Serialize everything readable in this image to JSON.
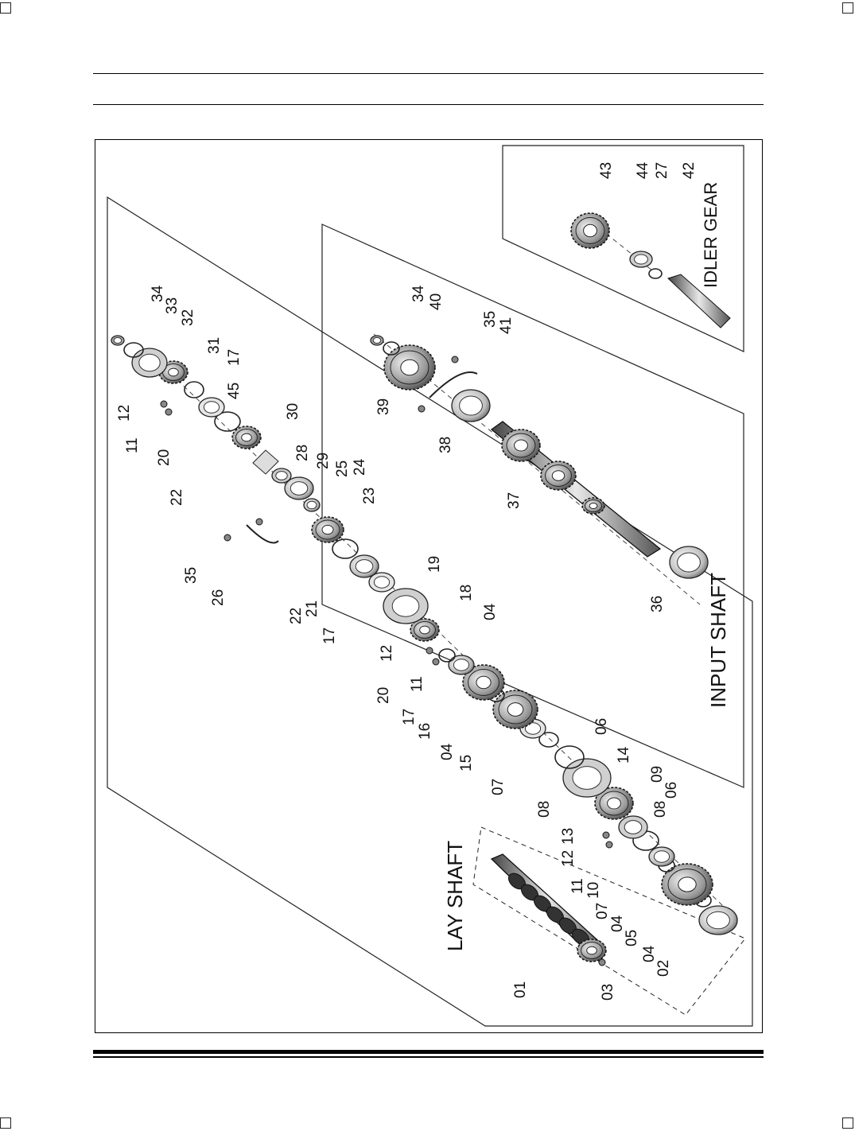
{
  "sections": {
    "lay_shaft": {
      "title": "LAY SHAFT"
    },
    "input_shaft": {
      "title": "INPUT SHAFT"
    },
    "idler_gear": {
      "title": "IDLER GEAR"
    }
  },
  "callouts": {
    "lay": [
      "01",
      "03",
      "02",
      "04",
      "05",
      "04",
      "07",
      "10",
      "11",
      "12",
      "13",
      "08",
      "06",
      "09",
      "14",
      "08",
      "07",
      "06",
      "15",
      "04",
      "16",
      "17",
      "11",
      "20",
      "12",
      "04",
      "18",
      "19",
      "17",
      "21",
      "22",
      "26",
      "35",
      "23",
      "24",
      "25",
      "29",
      "28",
      "22",
      "30",
      "45",
      "17",
      "20",
      "11",
      "12",
      "31",
      "32",
      "33",
      "34"
    ],
    "input": [
      "36",
      "37",
      "38",
      "39",
      "41",
      "35",
      "34",
      "40"
    ],
    "idler": [
      "43",
      "44",
      "27",
      "42"
    ]
  },
  "colors": {
    "line": "#000000",
    "part_dark": "#555555",
    "part_light": "#d9d9d9"
  }
}
